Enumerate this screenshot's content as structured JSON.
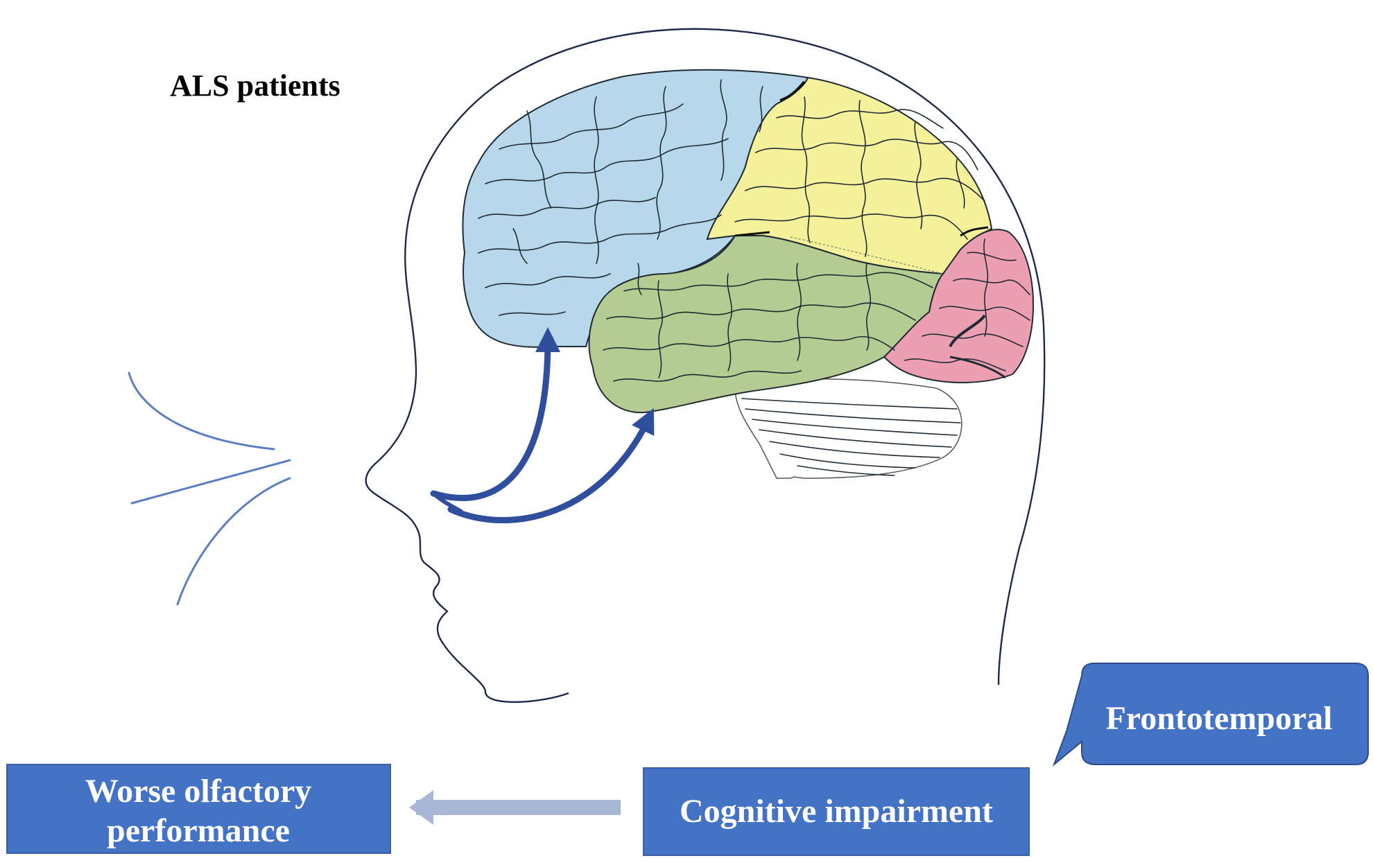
{
  "title": "ALS patients",
  "brain_regions": {
    "frontal": "#b7d8ea",
    "parietal": "#f5f09a",
    "temporal": "#b4cc92",
    "occipital": "#ec9fb0",
    "cerebellum": "#ffffff"
  },
  "colors": {
    "box_fill": "#4472c4",
    "box_stroke": "#3a5fa8",
    "arrow_dark": "#2f4f9c",
    "arrow_light": "#a9b7d6",
    "airflow": "#5b7ec2",
    "head_outline": "#1e2a4a"
  },
  "labels": {
    "olfactory_line1": "Worse olfactory",
    "olfactory_line2": "performance",
    "cognitive": "Cognitive impairment",
    "frontotemporal": "Frontotemporal"
  },
  "icons": {
    "airflow": "airflow-lines-icon",
    "pathway": "olfactory-pathway-arrows",
    "left_arrow": "left-arrow-icon"
  }
}
